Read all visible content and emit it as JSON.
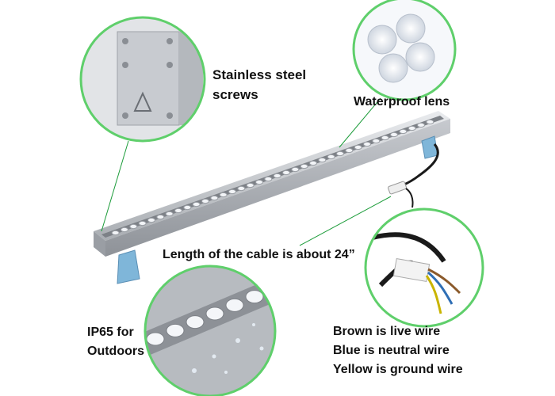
{
  "labels": {
    "screws": [
      "Stainless steel",
      "screws"
    ],
    "lens": "Waterproof lens",
    "cable": "Length of the cable is about 24”",
    "ip65": [
      "IP65 for",
      "Outdoors"
    ],
    "wires": [
      "Brown is live wire",
      "Blue is neutral wire",
      "Yellow is ground wire"
    ]
  },
  "colors": {
    "callout_ring": "#5fcf6b",
    "housing": "#b9bcc0",
    "lens_strip": "#d8dbdf",
    "bracket": "#7fb6d9",
    "cable": "#1a1a1a"
  }
}
